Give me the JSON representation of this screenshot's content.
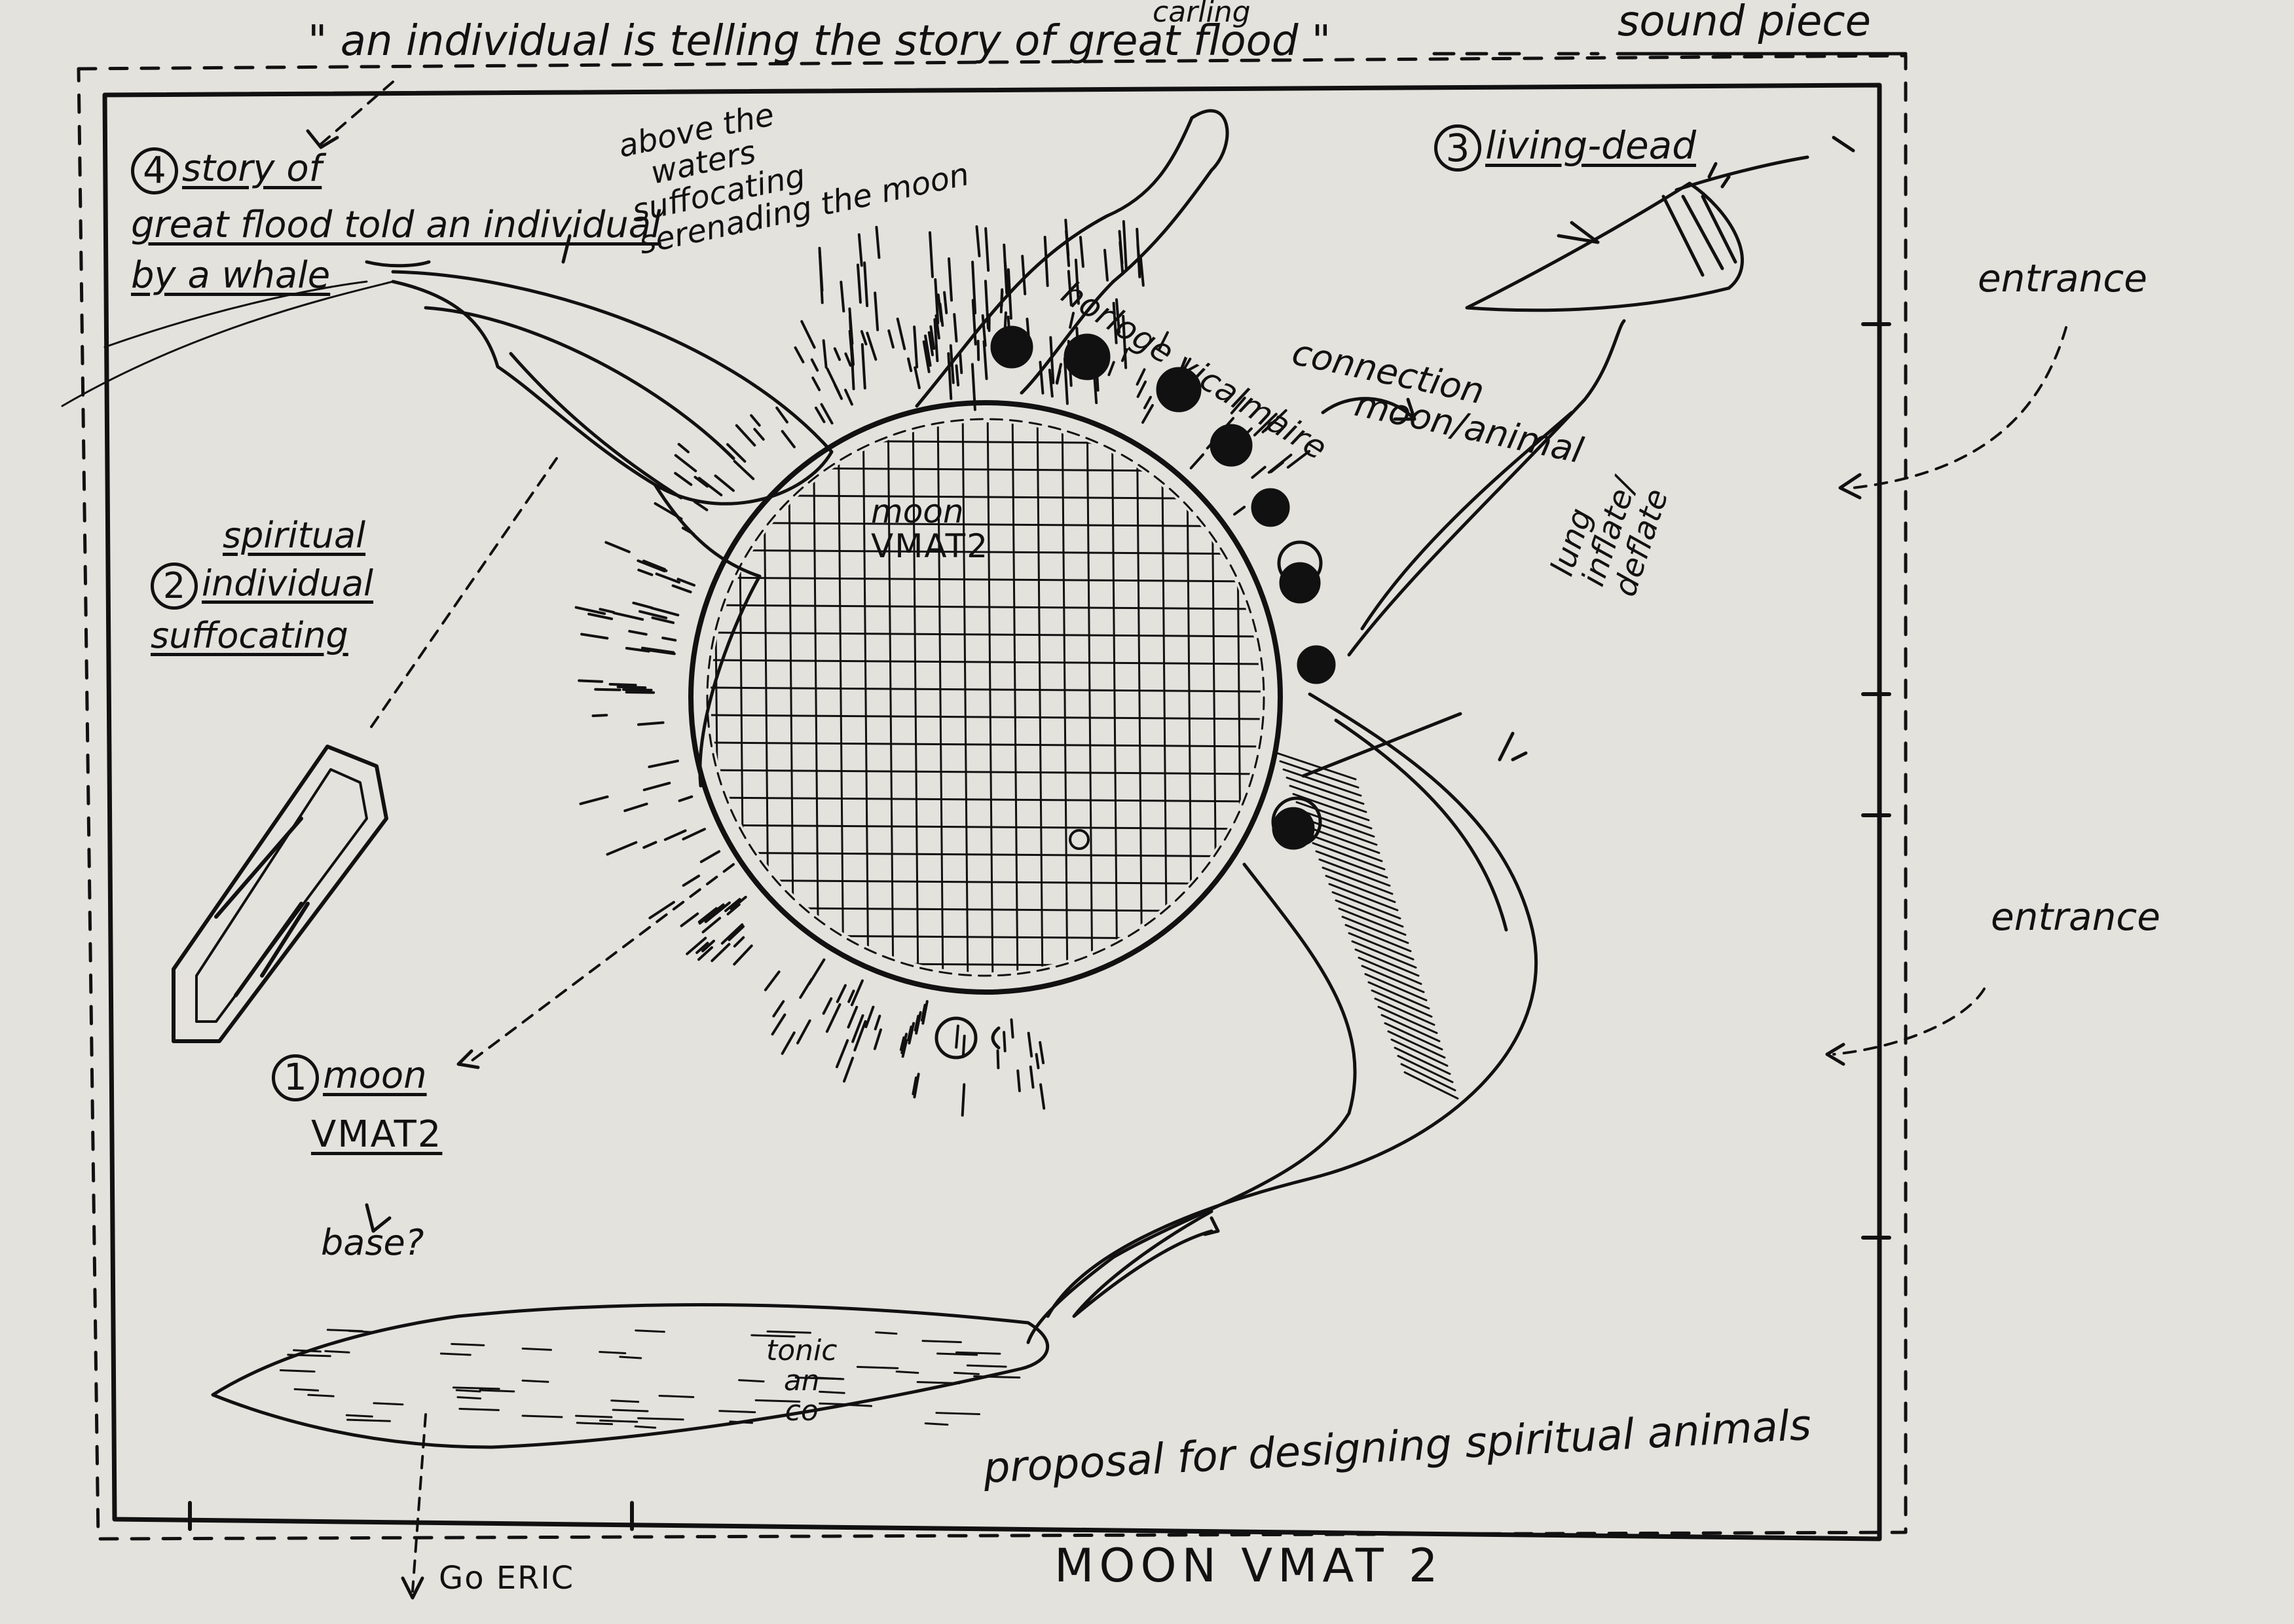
{
  "header": {
    "quote": "\" an individual is telling the story of great flood \"",
    "quote_insert": "carling",
    "sound_piece": "sound piece"
  },
  "labels": {
    "item4": {
      "number": "4",
      "lines": [
        "story of",
        "great flood told an individual",
        "by a whale"
      ]
    },
    "above_waters": [
      "above the",
      "waters",
      "suffocating",
      "serenading the moon"
    ],
    "item3": {
      "number": "3",
      "text": "living-dead"
    },
    "item2": {
      "number": "2",
      "lines": [
        "spiritual",
        "individual",
        "suffocating"
      ]
    },
    "item1": {
      "number": "1",
      "lines": [
        "moon",
        "VMAT2"
      ]
    },
    "moon_center": [
      "moon",
      "VMAT2"
    ],
    "horloge": "horloge vicalmaire",
    "connection": [
      "connection",
      "moon/animal"
    ],
    "lung": [
      "lung",
      "inflate/",
      "deflate"
    ],
    "entrance_1": "entrance",
    "entrance_2": "entrance",
    "base": "base?",
    "tonic": [
      "tonic",
      "an",
      "co"
    ],
    "go_eric": "Go ERIC",
    "proposal": "proposal for designing spiritual animals",
    "footer_title": "MOON VMAT 2"
  }
}
